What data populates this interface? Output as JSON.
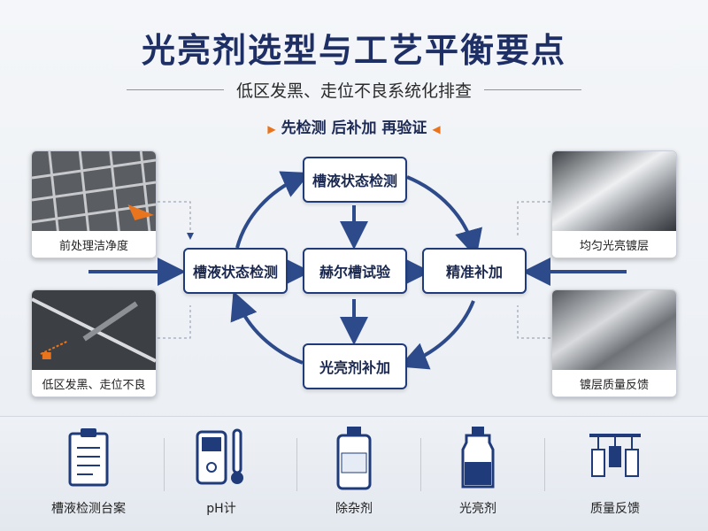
{
  "title": "光亮剂选型与工艺平衡要点",
  "subtitle": "低区发黑、走位不良系统化排查",
  "slogan": "先检测 后补加 再验证",
  "nodes": {
    "top": "槽液状态检测",
    "left": "槽液状态检测",
    "center": "赫尔槽试验",
    "right": "精准补加",
    "bottom": "光亮剂补加"
  },
  "photos": {
    "left_top": "前处理洁净度",
    "left_bottom": "低区发黑、走位不良",
    "right_top": "均匀光亮镀层",
    "right_bottom": "镀层质量反馈"
  },
  "tools": [
    {
      "label": "槽液检测台案",
      "icon": "clipboard-icon"
    },
    {
      "label": "pH计",
      "icon": "ph-meter-icon"
    },
    {
      "label": "除杂剂",
      "icon": "reagent-bottle-icon"
    },
    {
      "label": "光亮剂",
      "icon": "brightener-bottle-icon"
    },
    {
      "label": "质量反馈",
      "icon": "plating-rack-icon"
    }
  ],
  "colors": {
    "primary": "#1f3b7a",
    "accent": "#e8741e"
  }
}
